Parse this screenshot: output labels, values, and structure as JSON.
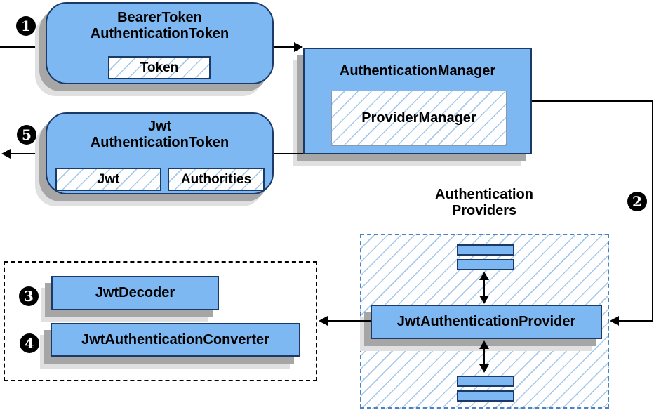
{
  "colors": {
    "box_fill": "#7EB8F2",
    "box_border": "#1B3A68",
    "hatch_line": "#A5C9EE",
    "providers_container_border": "#4A82C4",
    "decoder_container_border": "#000000",
    "shadow": "#A6A6A6",
    "connector_line": "#000000",
    "background": "#FFFFFF"
  },
  "nodes": {
    "bearer": {
      "title_line1": "BearerToken",
      "title_line2": "AuthenticationToken",
      "chip": "Token"
    },
    "manager": {
      "title": "AuthenticationManager",
      "chip": "ProviderManager"
    },
    "jwt": {
      "title_line1": "Jwt",
      "title_line2": "AuthenticationToken",
      "chip_jwt": "Jwt",
      "chip_authorities": "Authorities"
    },
    "providers": {
      "label_line1": "Authentication",
      "label_line2": "Providers",
      "provider_box": "JwtAuthenticationProvider"
    },
    "decoder": {
      "decoder_box": "JwtDecoder",
      "converter_box": "JwtAuthenticationConverter"
    }
  },
  "steps": {
    "step1": "1",
    "step2": "2",
    "step3": "3",
    "step4": "4",
    "step5": "5"
  }
}
